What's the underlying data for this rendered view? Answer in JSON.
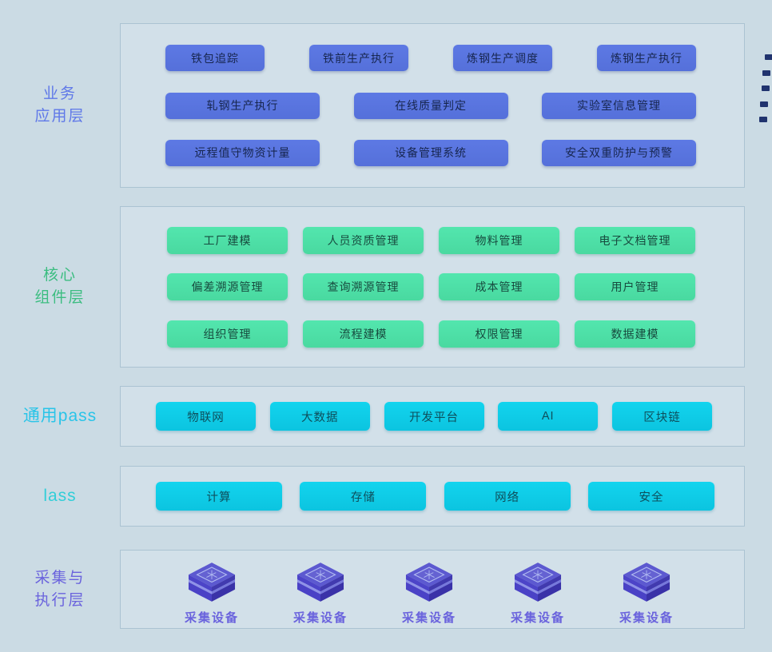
{
  "layers": [
    {
      "id": "business",
      "label_lines": [
        "业务",
        "应用层"
      ],
      "rows": [
        [
          "铁包追踪",
          "铁前生产执行",
          "炼钢生产调度",
          "炼钢生产执行"
        ],
        [
          "轧钢生产执行",
          "在线质量判定",
          "实验室信息管理"
        ],
        [
          "远程值守物资计量",
          "设备管理系统",
          "安全双重防护与预警"
        ]
      ]
    },
    {
      "id": "core",
      "label_lines": [
        "核心",
        "组件层"
      ],
      "rows": [
        [
          "工厂建模",
          "人员资质管理",
          "物料管理",
          "电子文档管理"
        ],
        [
          "偏差溯源管理",
          "查询溯源管理",
          "成本管理",
          "用户管理"
        ],
        [
          "组织管理",
          "流程建模",
          "权限管理",
          "数据建模"
        ]
      ]
    },
    {
      "id": "paas",
      "label_lines": [
        "通用pass"
      ],
      "rows": [
        [
          "物联网",
          "大数据",
          "开发平台",
          "AI",
          "区块链"
        ]
      ]
    },
    {
      "id": "iaas",
      "label_lines": [
        "lass"
      ],
      "rows": [
        [
          "计算",
          "存储",
          "网络",
          "安全"
        ]
      ]
    },
    {
      "id": "edge",
      "label_lines": [
        "采集与",
        "执行层"
      ],
      "devices": [
        "采集设备",
        "采集设备",
        "采集设备",
        "采集设备",
        "采集设备"
      ]
    }
  ],
  "decor": {
    "edge_mark_count": 5
  },
  "colors": {
    "page_bg": "#cbdbe4",
    "panel_bg": "#d2e0e9",
    "panel_border": "#abc3d2",
    "button_blue": "#5a76e0",
    "button_blue_text": "#17264f",
    "button_green": "#4fe0a8",
    "button_green_text": "#174a3e",
    "button_cyan": "#0fd0ec",
    "button_cyan_text": "#0e4f5c",
    "label_business": "#5f78e8",
    "label_core": "#3cbd81",
    "label_paas": "#29c4e8",
    "label_iaas": "#31ced8",
    "label_edge": "#6a63dd",
    "device_label": "#6a63dd",
    "device_cube_top": "#5c59d0",
    "device_cube_side": "#3a32a8",
    "edge_mark": "#20336e"
  }
}
